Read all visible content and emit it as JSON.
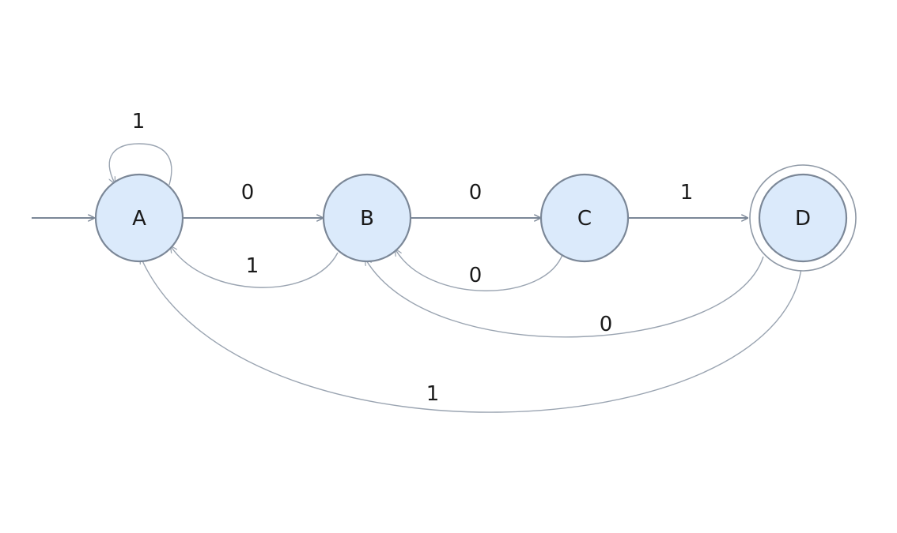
{
  "diagram": {
    "type": "finite-automaton",
    "states": [
      {
        "id": "A",
        "label": "A",
        "start": true,
        "final": false
      },
      {
        "id": "B",
        "label": "B",
        "start": false,
        "final": false
      },
      {
        "id": "C",
        "label": "C",
        "start": false,
        "final": false
      },
      {
        "id": "D",
        "label": "D",
        "start": false,
        "final": true
      }
    ],
    "transitions": [
      {
        "from": "A",
        "to": "A",
        "label": "1"
      },
      {
        "from": "A",
        "to": "B",
        "label": "0"
      },
      {
        "from": "B",
        "to": "C",
        "label": "0"
      },
      {
        "from": "C",
        "to": "D",
        "label": "1"
      },
      {
        "from": "B",
        "to": "A",
        "label": "1"
      },
      {
        "from": "C",
        "to": "B",
        "label": "0"
      },
      {
        "from": "D",
        "to": "B",
        "label": "0"
      },
      {
        "from": "D",
        "to": "A",
        "label": "1"
      }
    ],
    "colors": {
      "state_fill": "#dbeafb",
      "state_stroke": "#7b8797",
      "edge": "#7b8797"
    }
  }
}
